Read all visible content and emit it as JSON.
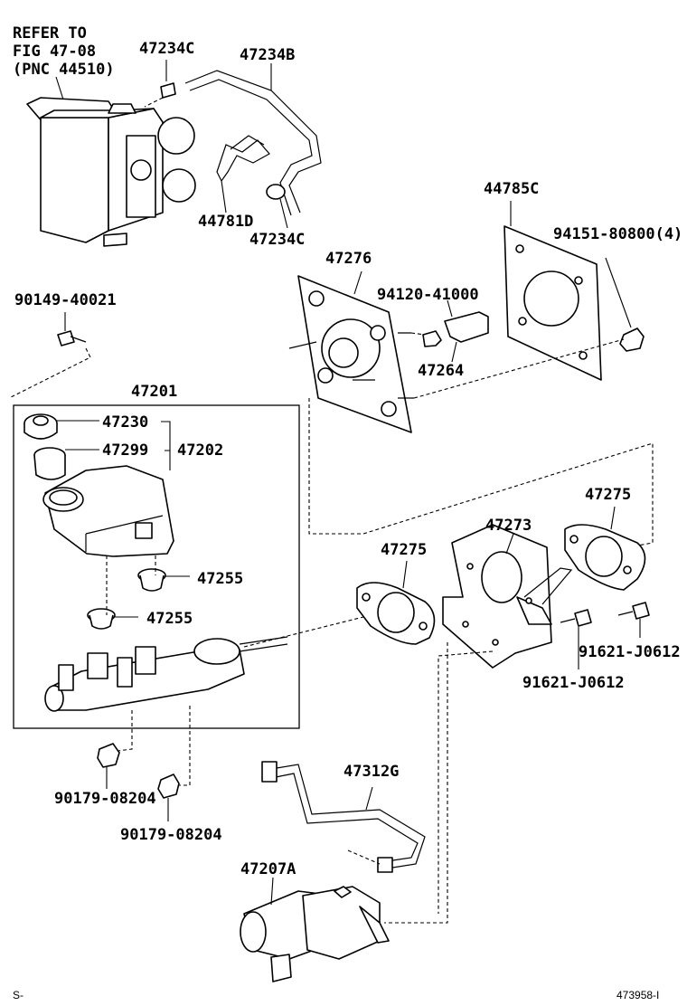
{
  "note": [
    "REFER TO",
    "FIG 47-08",
    "(PNC 44510)"
  ],
  "parts": {
    "p47234C_top": "47234C",
    "p47234B": "47234B",
    "p44781D": "44781D",
    "p47234C_bottom": "47234C",
    "p44785C": "44785C",
    "p94151": "94151-80800(4)",
    "p47276": "47276",
    "p94120": "94120-41000",
    "p47264": "47264",
    "p90149": "90149-40021",
    "p47201": "47201",
    "p47230": "47230",
    "p47299": "47299",
    "p47202": "47202",
    "p47255_a": "47255",
    "p47255_b": "47255",
    "p47275_right": "47275",
    "p47273": "47273",
    "p47275_left": "47275",
    "p91621_a": "91621-J0612",
    "p91621_b": "91621-J0612",
    "p90179_a": "90179-08204",
    "p90179_b": "90179-08204",
    "p47312G": "47312G",
    "p47207A": "47207A"
  },
  "footer": {
    "left": "S-",
    "right": "473958-I"
  }
}
